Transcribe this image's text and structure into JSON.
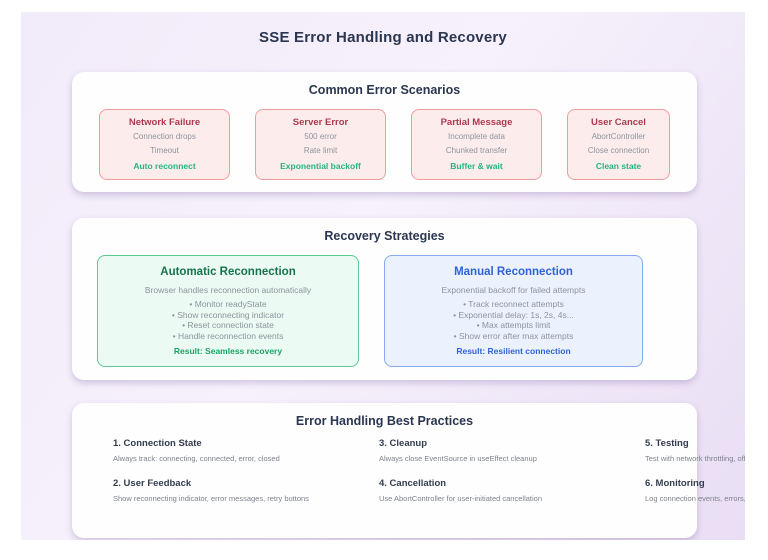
{
  "title": "SSE Error Handling and Recovery",
  "colors": {
    "background_gradient_start": "#f6f1fc",
    "background_gradient_end": "#e9def4",
    "panel_bg": "#fefefe",
    "heading_text": "#2b3650",
    "muted_text": "#8d939d",
    "error_card_bg": "#fcedec",
    "error_card_border": "#f09c9c",
    "error_title_text": "#ad3950",
    "success_text": "#25b47c",
    "green_card_bg": "#ebfaf2",
    "green_card_border": "#5cc992",
    "green_title_text": "#17734e",
    "blue_card_bg": "#ebf2fd",
    "blue_card_border": "#85aaf0",
    "blue_title_text": "#2f62d8"
  },
  "scenarios": {
    "title": "Common Error Scenarios",
    "cards": [
      {
        "title": "Network Failure",
        "lines": [
          "Connection drops",
          "Timeout"
        ],
        "result": "Auto reconnect"
      },
      {
        "title": "Server Error",
        "lines": [
          "500 error",
          "Rate limit"
        ],
        "result": "Exponential backoff"
      },
      {
        "title": "Partial Message",
        "lines": [
          "Incomplete data",
          "Chunked transfer"
        ],
        "result": "Buffer & wait"
      },
      {
        "title": "User Cancel",
        "lines": [
          "AbortController",
          "Close connection"
        ],
        "result": "Clean state"
      }
    ]
  },
  "strategies": {
    "title": "Recovery Strategies",
    "cards": [
      {
        "title": "Automatic Reconnection",
        "subtitle": "Browser handles reconnection automatically",
        "bullets": [
          "Monitor readyState",
          "Show reconnecting indicator",
          "Reset connection state",
          "Handle reconnection events"
        ],
        "result": "Result: Seamless recovery"
      },
      {
        "title": "Manual Reconnection",
        "subtitle": "Exponential backoff for failed attempts",
        "bullets": [
          "Track reconnect attempts",
          "Exponential delay: 1s, 2s, 4s...",
          "Max attempts limit",
          "Show error after max attempts"
        ],
        "result": "Result: Resilient connection"
      }
    ]
  },
  "best_practices": {
    "title": "Error Handling Best Practices",
    "columns": [
      [
        {
          "title": "1. Connection State",
          "desc": "Always track: connecting, connected, error, closed"
        },
        {
          "title": "2. User Feedback",
          "desc": "Show reconnecting indicator, error messages, retry buttons"
        }
      ],
      [
        {
          "title": "3. Cleanup",
          "desc": "Always close EventSource in useEffect cleanup"
        },
        {
          "title": "4. Cancellation",
          "desc": "Use AbortController for user-initiated cancellation"
        }
      ],
      [
        {
          "title": "5. Testing",
          "desc": "Test with network throttling, offline mo"
        },
        {
          "title": "6. Monitoring",
          "desc": "Log connection events, errors, reconn"
        }
      ]
    ]
  }
}
